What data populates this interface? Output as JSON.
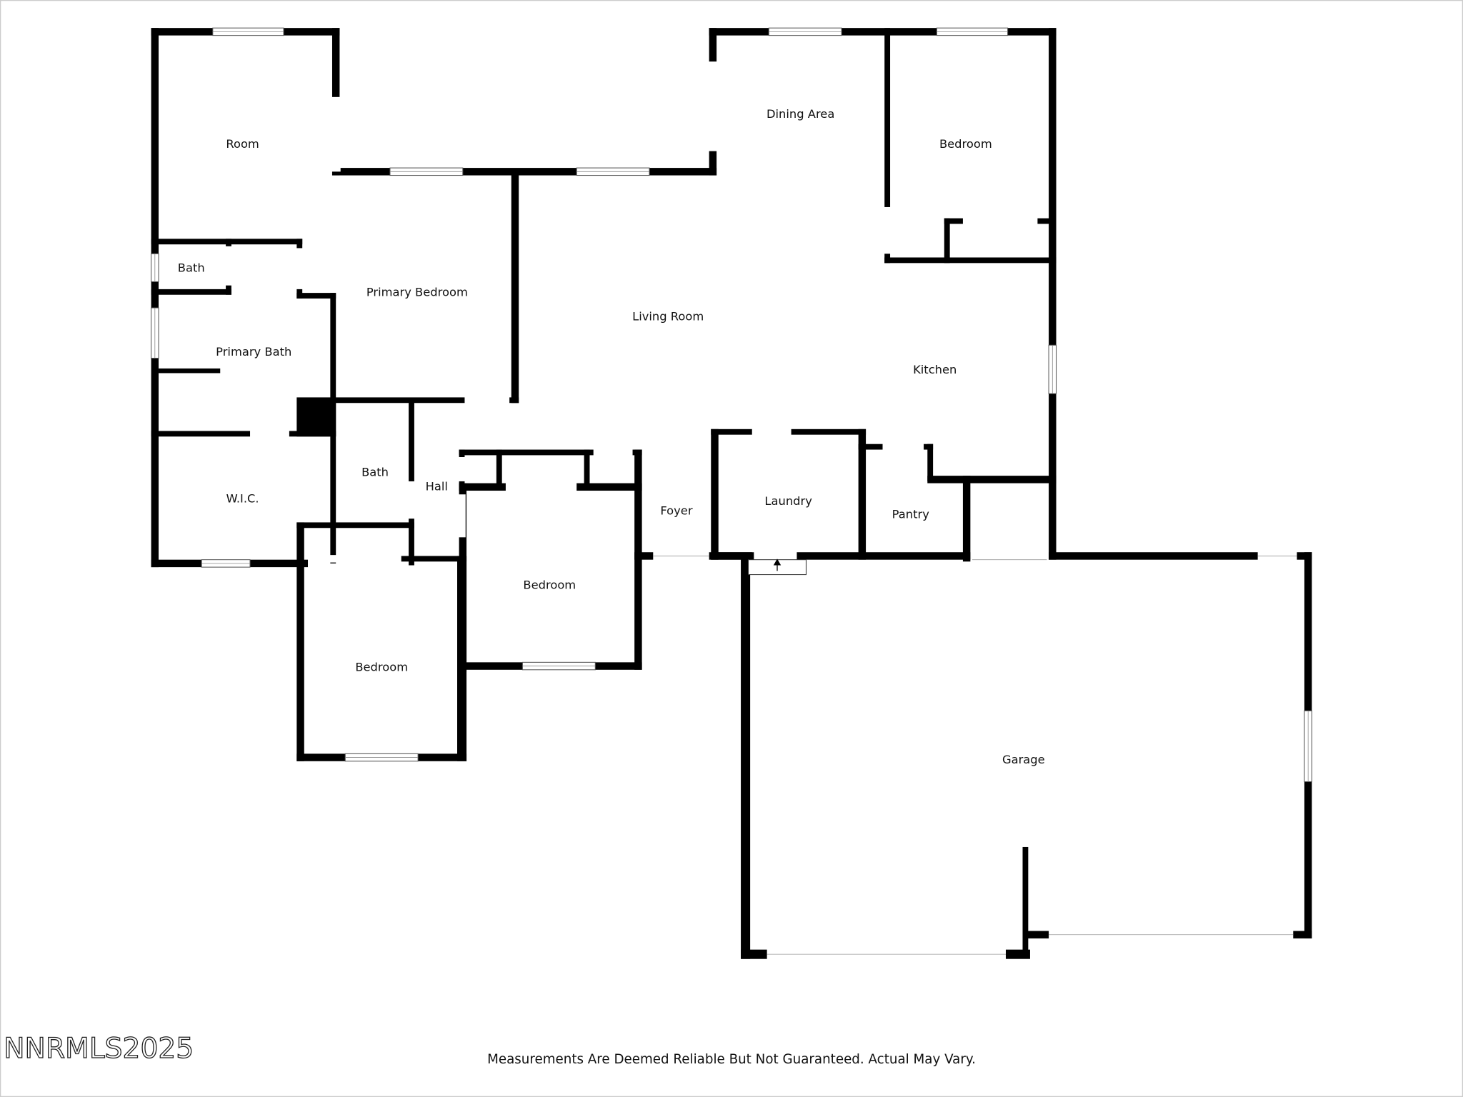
{
  "rooms": {
    "room": "Room",
    "dining_area": "Dining Area",
    "bedroom_ne": "Bedroom",
    "bath_small": "Bath",
    "primary_bedroom": "Primary Bedroom",
    "living_room": "Living Room",
    "primary_bath": "Primary Bath",
    "kitchen": "Kitchen",
    "bath_hall": "Bath",
    "hall": "Hall",
    "wic": "W.I.C.",
    "laundry": "Laundry",
    "foyer": "Foyer",
    "pantry": "Pantry",
    "bedroom_mid": "Bedroom",
    "bedroom_sw": "Bedroom",
    "garage": "Garage"
  },
  "footer": {
    "watermark": "NNRMLS2025",
    "disclaimer": "Measurements Are Deemed Reliable But Not Guaranteed. Actual May Vary."
  },
  "colors": {
    "wall": "#000000",
    "background": "#ffffff"
  }
}
